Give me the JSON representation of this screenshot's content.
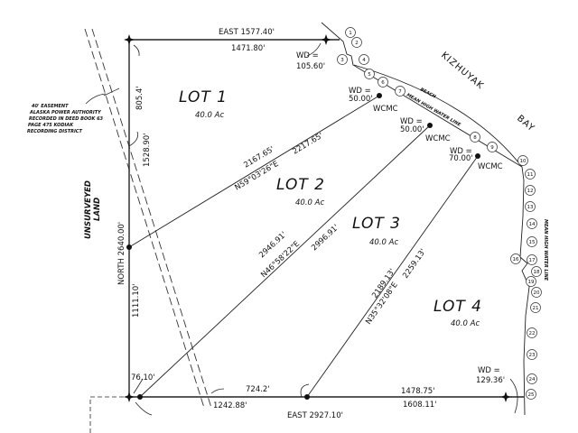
{
  "lots": [
    {
      "name": "LOT 1",
      "area": "40.0 Ac"
    },
    {
      "name": "LOT 2",
      "area": "40.0 Ac"
    },
    {
      "name": "LOT 3",
      "area": "40.0 Ac"
    },
    {
      "name": "LOT 4",
      "area": "40.0 Ac"
    }
  ],
  "bay": {
    "word1": "KIZHUYAK",
    "word2": "BAY"
  },
  "west": {
    "label": "UNSURVEYED",
    "label2": "LAND"
  },
  "easement": [
    "40' EASEMENT",
    "ALASKA POWER AUTHORITY",
    "RECORDED IN DEED BOOK 63",
    "PAGE 475 KODIAK",
    "RECORDING DISTRICT"
  ],
  "dims": {
    "north_east": "EAST  1577.40'",
    "north_sub": "1471.80'",
    "west_total": "NORTH  2640.00'",
    "w1": "805.4'",
    "w2": "1528.90'",
    "w3": "1111.10'",
    "l2a": "2167.65'",
    "l2b": "N59°03'26\"E",
    "l2c": "2217.65'",
    "l3a": "2946.91'",
    "l3b": "N46°58'22\"E",
    "l3c": "2996.91'",
    "l4a": "2189.13'",
    "l4b": "N35°32'08\"E",
    "l4c": "2259.13'",
    "sw": "76.10'",
    "s1": "724.2'",
    "s2": "1242.88'",
    "s3": "1478.75'",
    "s4": "1608.11'",
    "south_total": "EAST   2927.10'"
  },
  "wd": [
    {
      "k": "WD =",
      "v": "105.60'"
    },
    {
      "k": "WD =",
      "v": "50.00'"
    },
    {
      "k": "WD =",
      "v": "50.00'"
    },
    {
      "k": "WD =",
      "v": "70.00'"
    },
    {
      "k": "WD =",
      "v": "129.36'"
    }
  ],
  "wcmc": "WCMC",
  "beach": "BEACH",
  "mhw": "MEAN HIGH WATER LINE",
  "mhw2": "MEAN HIGH WATER LINE",
  "points": [
    "1",
    "2",
    "3",
    "4",
    "5",
    "6",
    "7",
    "8",
    "9",
    "10",
    "11",
    "12",
    "13",
    "14",
    "15",
    "16",
    "17",
    "18",
    "19",
    "20",
    "21",
    "22",
    "23",
    "24",
    "25"
  ]
}
